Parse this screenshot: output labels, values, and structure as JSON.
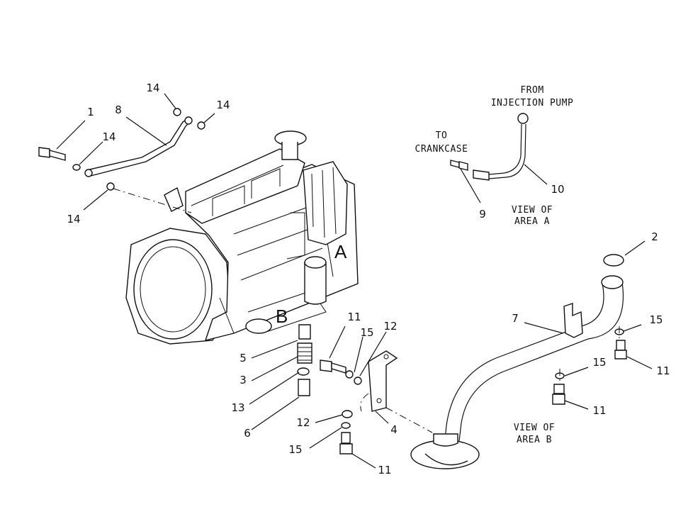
{
  "captions": {
    "from_injection_pump": [
      "FROM",
      "INJECTION PUMP"
    ],
    "to_crankcase": [
      "TO",
      "CRANKCASE"
    ],
    "view_area_a": [
      "VIEW OF",
      "AREA A"
    ],
    "view_area_b": [
      "VIEW OF",
      "AREA B"
    ]
  },
  "zones": {
    "a": "A",
    "b": "B"
  },
  "callouts": {
    "c1": "1",
    "c2": "2",
    "c3": "3",
    "c4": "4",
    "c5": "5",
    "c6": "6",
    "c7": "7",
    "c8": "8",
    "c9": "9",
    "c10": "10",
    "c11": "11",
    "c12": "12",
    "c13": "13",
    "c14": "14",
    "c15": "15"
  }
}
